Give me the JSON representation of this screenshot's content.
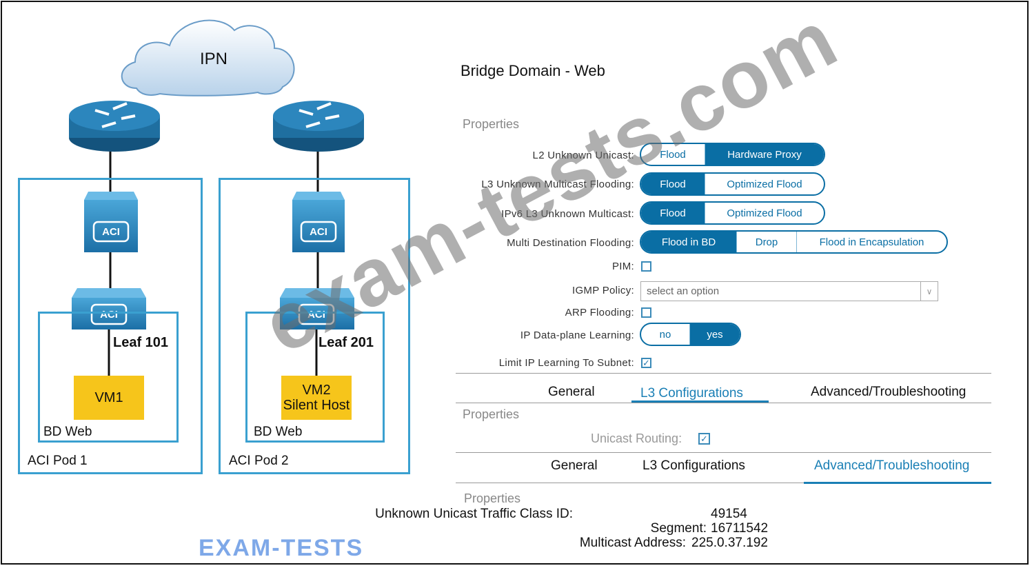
{
  "diagram": {
    "cloud_label": "IPN",
    "pod1": {
      "label": "ACI Pod 1",
      "bd_label": "BD Web",
      "leaf_label": "Leaf 101",
      "vm_label": "VM1",
      "vm_sub": ""
    },
    "pod2": {
      "label": "ACI Pod 2",
      "bd_label": "BD Web",
      "leaf_label": "Leaf 201",
      "vm_label": "VM2",
      "vm_sub": "Silent Host"
    },
    "switch_badge": "ACI"
  },
  "panel": {
    "title": "Bridge Domain - Web",
    "properties_heading": "Properties",
    "l2_unknown_unicast": {
      "label": "L2 Unknown Unicast:",
      "options": [
        "Flood",
        "Hardware Proxy"
      ],
      "selected": "Hardware Proxy"
    },
    "l3_unknown_multicast": {
      "label": "L3 Unknown Multicast Flooding:",
      "options": [
        "Flood",
        "Optimized Flood"
      ],
      "selected": "Flood"
    },
    "ipv6_l3_unknown_multicast": {
      "label": "IPv6 L3 Unknown Multicast:",
      "options": [
        "Flood",
        "Optimized Flood"
      ],
      "selected": "Flood"
    },
    "multi_destination_flooding": {
      "label": "Multi Destination Flooding:",
      "options": [
        "Flood in BD",
        "Drop",
        "Flood in Encapsulation"
      ],
      "selected": "Flood in BD"
    },
    "pim": {
      "label": "PIM:",
      "checked": false
    },
    "igmp_policy": {
      "label": "IGMP Policy:",
      "placeholder": "select an option"
    },
    "arp_flooding": {
      "label": "ARP Flooding:",
      "checked": false
    },
    "ip_dataplane_learning": {
      "label": "IP Data-plane Learning:",
      "options": [
        "no",
        "yes"
      ],
      "selected": "yes"
    },
    "limit_ip_learning": {
      "label": "Limit IP Learning To Subnet:",
      "checked": true
    }
  },
  "tabs1": {
    "general": "General",
    "l3": "L3 Configurations",
    "advanced": "Advanced/Troubleshooting",
    "active": "l3"
  },
  "l3_section": {
    "heading": "Properties",
    "unicast_routing_label": "Unicast Routing:",
    "unicast_routing_checked": true
  },
  "tabs2": {
    "general": "General",
    "l3": "L3 Configurations",
    "advanced": "Advanced/Troubleshooting",
    "active": "advanced"
  },
  "adv_section": {
    "heading": "Properties",
    "class_id_label": "Unknown Unicast Traffic Class ID:",
    "class_id_value": "49154",
    "segment_label": "Segment:",
    "segment_value": "16711542",
    "mcast_label": "Multicast Address:",
    "mcast_value": "225.0.37.192"
  },
  "watermark": "exam-tests.com",
  "logo": "EXAM-TESTS",
  "colors": {
    "accent": "#0a6ea4",
    "pod_border": "#3aa0d0",
    "vm_fill": "#f6c51b",
    "router": "#1f6fa0"
  }
}
